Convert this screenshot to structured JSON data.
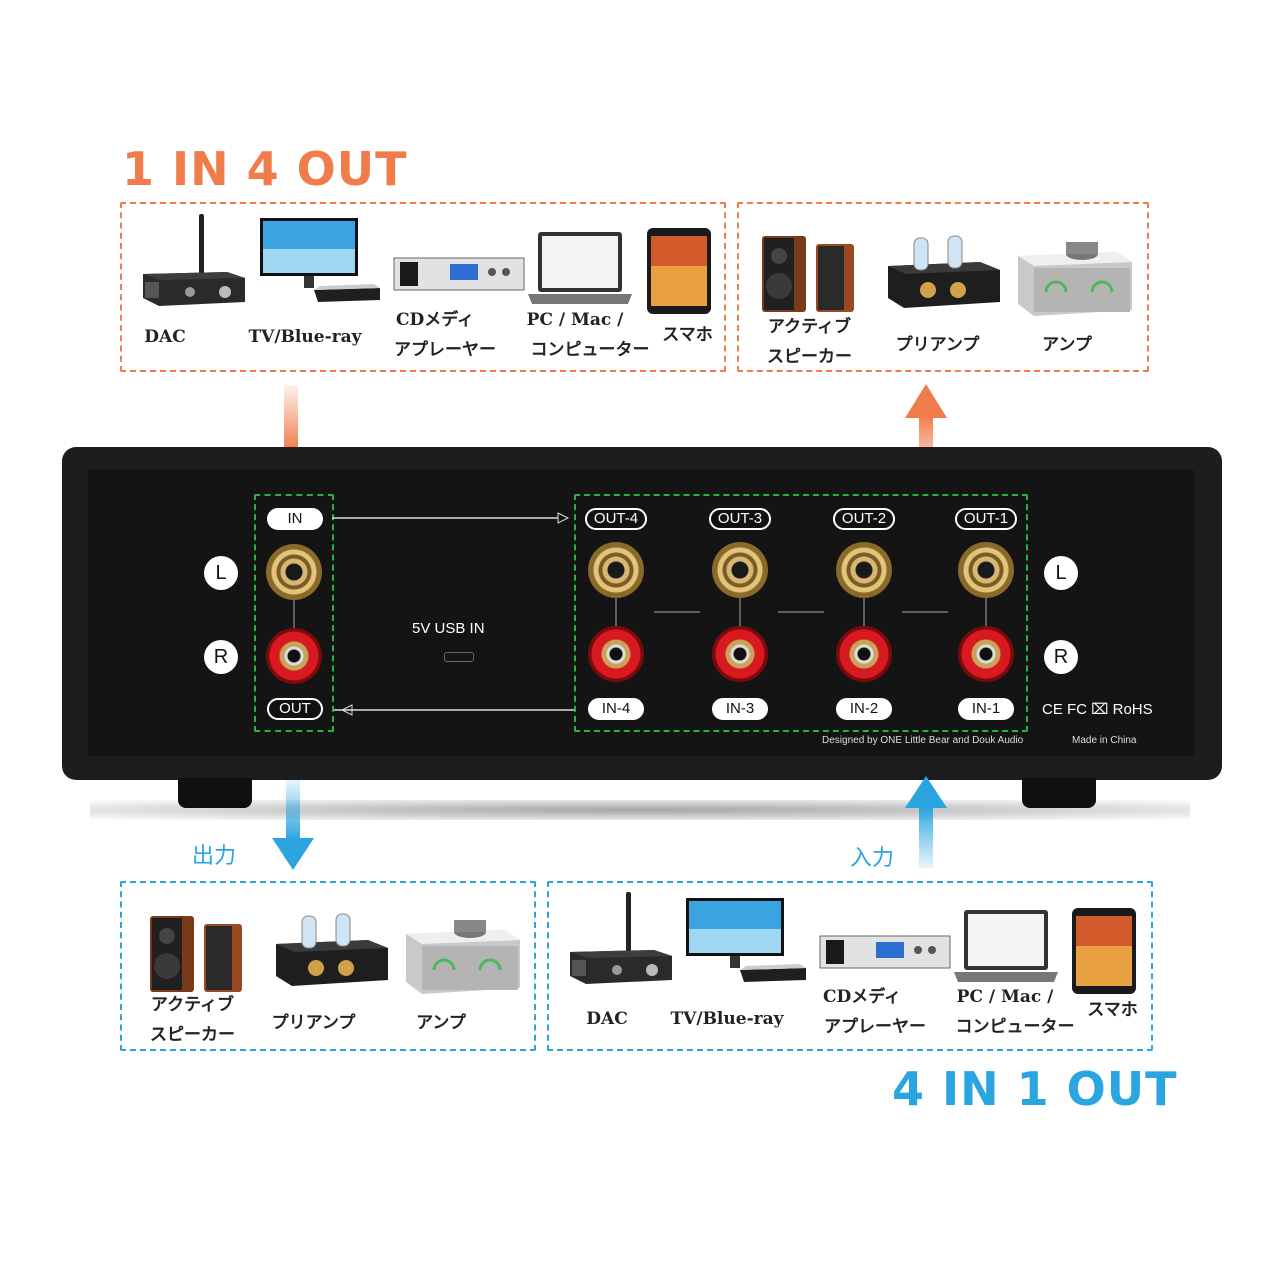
{
  "titles": {
    "top": "1 IN 4 OUT",
    "bottom": "4 IN 1 OUT"
  },
  "colors": {
    "orange": "#f07b4b",
    "blue": "#2aa5e0",
    "green": "#27b33e",
    "panel": "#141414"
  },
  "top_left_devices": [
    {
      "icon": "dac-icon",
      "label": "DAC"
    },
    {
      "icon": "tv-icon",
      "label": "TV/Blue-ray"
    },
    {
      "icon": "cd-player-icon",
      "label1": "CDメディ",
      "label2": "アプレーヤー"
    },
    {
      "icon": "laptop-icon",
      "label1": "PC / Mac /",
      "label2": "コンピューター"
    },
    {
      "icon": "smartphone-icon",
      "label": "スマホ"
    }
  ],
  "top_right_devices": [
    {
      "icon": "speaker-icon",
      "label1": "アクティブ",
      "label2": "スピーカー"
    },
    {
      "icon": "tube-preamp-icon",
      "label": "プリアンプ"
    },
    {
      "icon": "amplifier-icon",
      "label": "アンプ"
    }
  ],
  "bottom_left_label": "出力",
  "bottom_right_label": "入力",
  "bottom_left_devices": [
    {
      "icon": "speaker-icon",
      "label1": "アクティブ",
      "label2": "スピーカー"
    },
    {
      "icon": "tube-preamp-icon",
      "label": "プリアンプ"
    },
    {
      "icon": "amplifier-icon",
      "label": "アンプ"
    }
  ],
  "bottom_right_devices": [
    {
      "icon": "dac-icon",
      "label": "DAC"
    },
    {
      "icon": "tv-icon",
      "label": "TV/Blue-ray"
    },
    {
      "icon": "cd-player-icon",
      "label1": "CDメディ",
      "label2": "アプレーヤー"
    },
    {
      "icon": "laptop-icon",
      "label1": "PC / Mac /",
      "label2": "コンピューター"
    },
    {
      "icon": "smartphone-icon",
      "label": "スマホ"
    }
  ],
  "panel": {
    "in_label": "IN",
    "out_label": "OUT",
    "left_l": "L",
    "left_r": "R",
    "right_l": "L",
    "right_r": "R",
    "usb_label": "5V USB IN",
    "outputs": [
      "OUT-4",
      "OUT-3",
      "OUT-2",
      "OUT-1"
    ],
    "inputs": [
      "IN-4",
      "IN-3",
      "IN-2",
      "IN-1"
    ],
    "certifications": "CE FC ⌧ RoHS",
    "designed_by": "Designed by ONE Little Bear and Douk Audio",
    "made_in": "Made in China"
  }
}
